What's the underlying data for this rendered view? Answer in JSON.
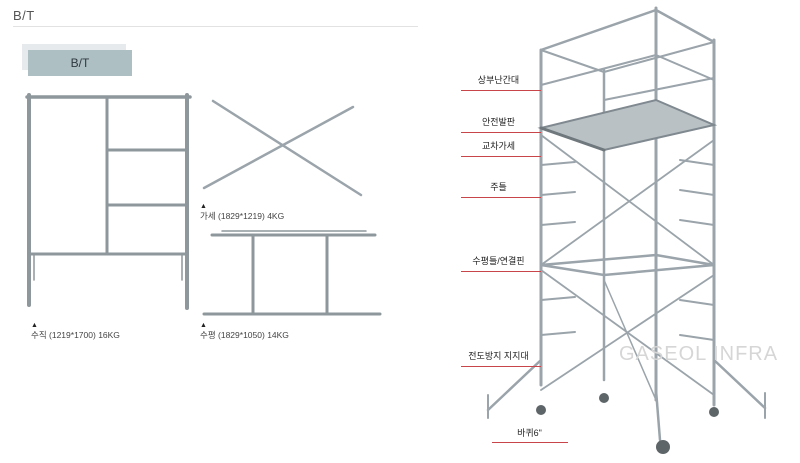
{
  "page": {
    "title": "B/T"
  },
  "badge": {
    "label": "B/T"
  },
  "parts": [
    {
      "name": "수직",
      "spec": "(1219*1700)",
      "weight": "16KG"
    },
    {
      "name": "가세",
      "spec": "(1829*1219)",
      "weight": "4KG"
    },
    {
      "name": "수평",
      "spec": "(1829*1050)",
      "weight": "14KG"
    }
  ],
  "tower_labels": [
    "상부난간대",
    "안전발판",
    "교차가세",
    "주틀",
    "수평틀/연결핀",
    "전도방지 지지대",
    "바퀴6\""
  ],
  "watermark": "GASEOL INFRA",
  "colors": {
    "badge_bg": "#aebfc4",
    "label_line": "#c8454a",
    "pipe": "#9aa4aa"
  }
}
